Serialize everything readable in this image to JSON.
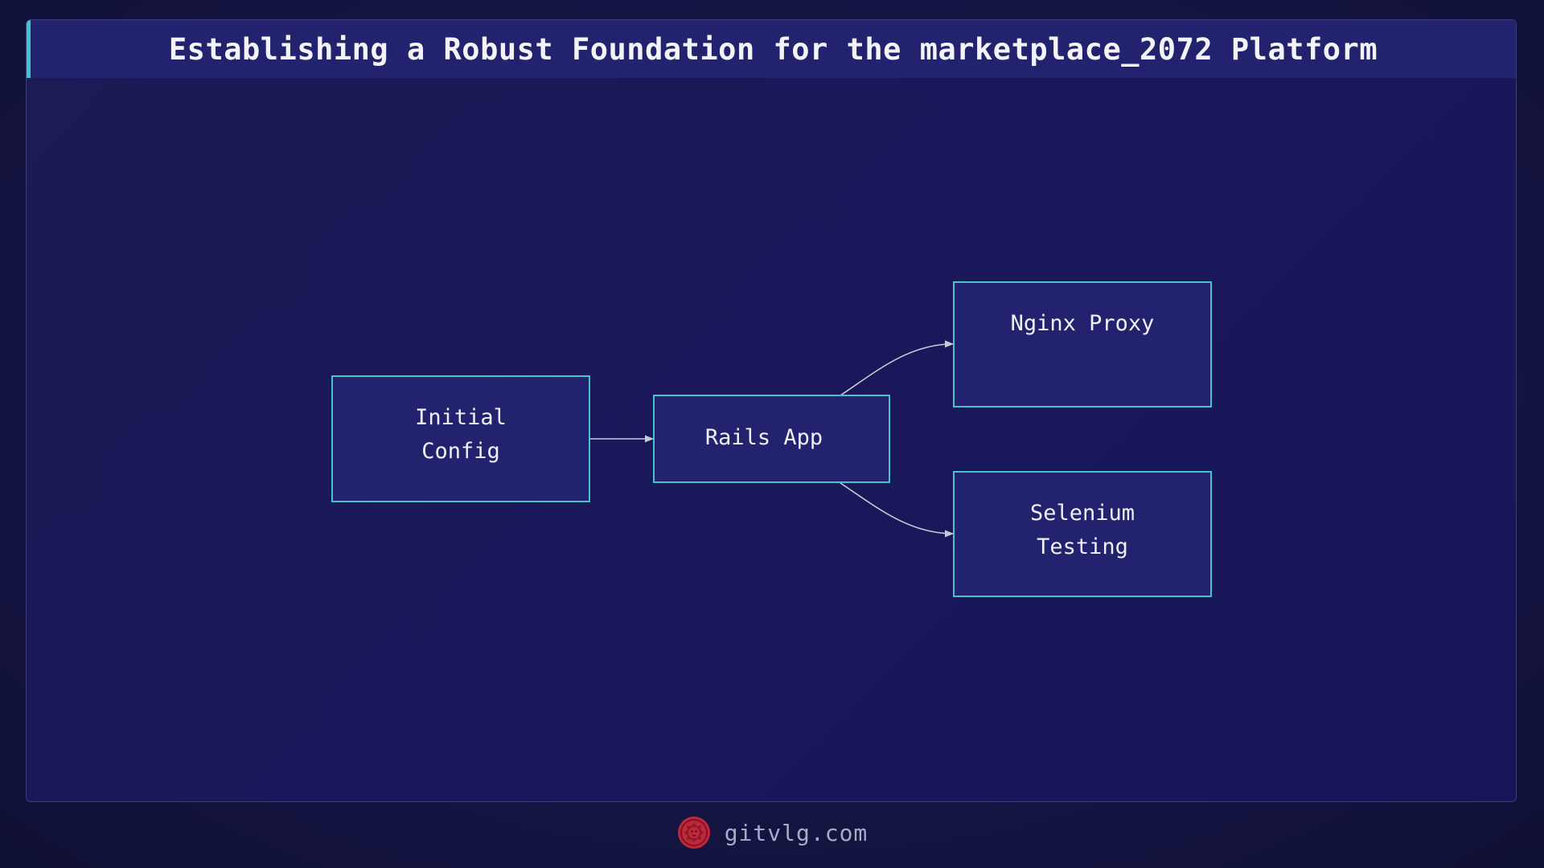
{
  "header": {
    "title": "Establishing a Robust Foundation for the marketplace_2072 Platform"
  },
  "diagram": {
    "nodes": [
      {
        "id": "initial-config",
        "lines": [
          "Initial",
          "Config"
        ]
      },
      {
        "id": "rails-app",
        "lines": [
          "Rails App"
        ]
      },
      {
        "id": "nginx-proxy",
        "lines": [
          "Nginx Proxy"
        ]
      },
      {
        "id": "selenium-testing",
        "lines": [
          "Selenium",
          "Testing"
        ]
      }
    ],
    "edges": [
      {
        "from": "initial-config",
        "to": "rails-app"
      },
      {
        "from": "rails-app",
        "to": "nginx-proxy"
      },
      {
        "from": "rails-app",
        "to": "selenium-testing"
      }
    ]
  },
  "footer": {
    "site": "gitvlg.com",
    "logo_icon": "lion-icon"
  },
  "colors": {
    "accent": "#3fc7c7",
    "node_fill": "#23226f",
    "node_border": "#48c2c9",
    "logo": "#c0283a"
  }
}
